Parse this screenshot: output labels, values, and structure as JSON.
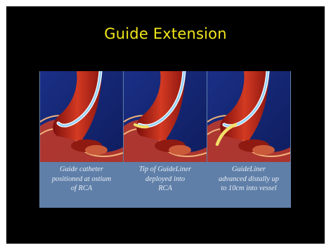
{
  "slide": {
    "title": "Guide Extension",
    "colors": {
      "title": "#f2e71a",
      "background": "#000000",
      "caption_band": "#5f7fa8",
      "vessel": "#b3271a",
      "catheter": "#c7e8ff",
      "guideliner": "#f3df6a"
    },
    "panels": [
      {
        "caption": [
          "Guide catheter",
          "positioned at ostium",
          "of RCA"
        ],
        "shows_guideliner": false
      },
      {
        "caption": [
          "Tip of GuideLiner",
          "deployed into",
          "RCA"
        ],
        "shows_guideliner": true,
        "guideliner_extent": "tip"
      },
      {
        "caption": [
          "GuideLiner",
          "advanced distally up",
          "to 10cm into vessel"
        ],
        "shows_guideliner": true,
        "guideliner_extent": "distal"
      }
    ]
  }
}
